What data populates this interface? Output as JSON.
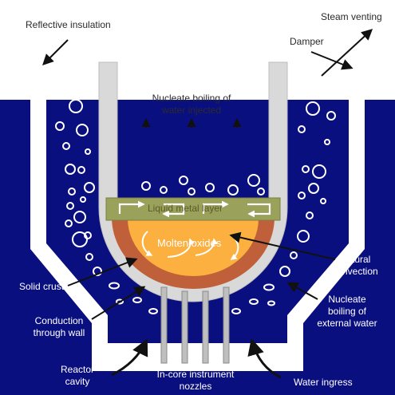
{
  "labels": {
    "reflective_insulation": "Reflective insulation",
    "steam_venting": "Steam venting",
    "damper": "Damper",
    "nucleate_top_1": "Nucleate boiling of",
    "nucleate_top_2": "water injected",
    "liquid_metal": "Liquid metal layer",
    "molten_oxides": "Molten oxides",
    "natural_convection_1": "Natural",
    "natural_convection_2": "convection",
    "solid_crust": "Solid crust",
    "nucleate_ext_1": "Nucleate",
    "nucleate_ext_2": "boiling of",
    "nucleate_ext_3": "external water",
    "conduction_1": "Conduction",
    "conduction_2": "through wall",
    "reactor_cavity_1": "Reactor",
    "reactor_cavity_2": "cavity",
    "in_core_1": "In-core instrument",
    "in_core_2": "nozzles",
    "water_ingress": "Water ingress"
  },
  "colors": {
    "water": "#0a0f80",
    "wall": "#d9d9d9",
    "metal_layer": "#9aa15a",
    "crust": "#c0603a",
    "oxides": "#fbb040",
    "insulation": "#ffffff",
    "arrows": "#111111"
  },
  "icons": [
    "convection-arrow-icon",
    "steam-arrow-icon",
    "bubble-icon",
    "callout-arrow-icon"
  ]
}
